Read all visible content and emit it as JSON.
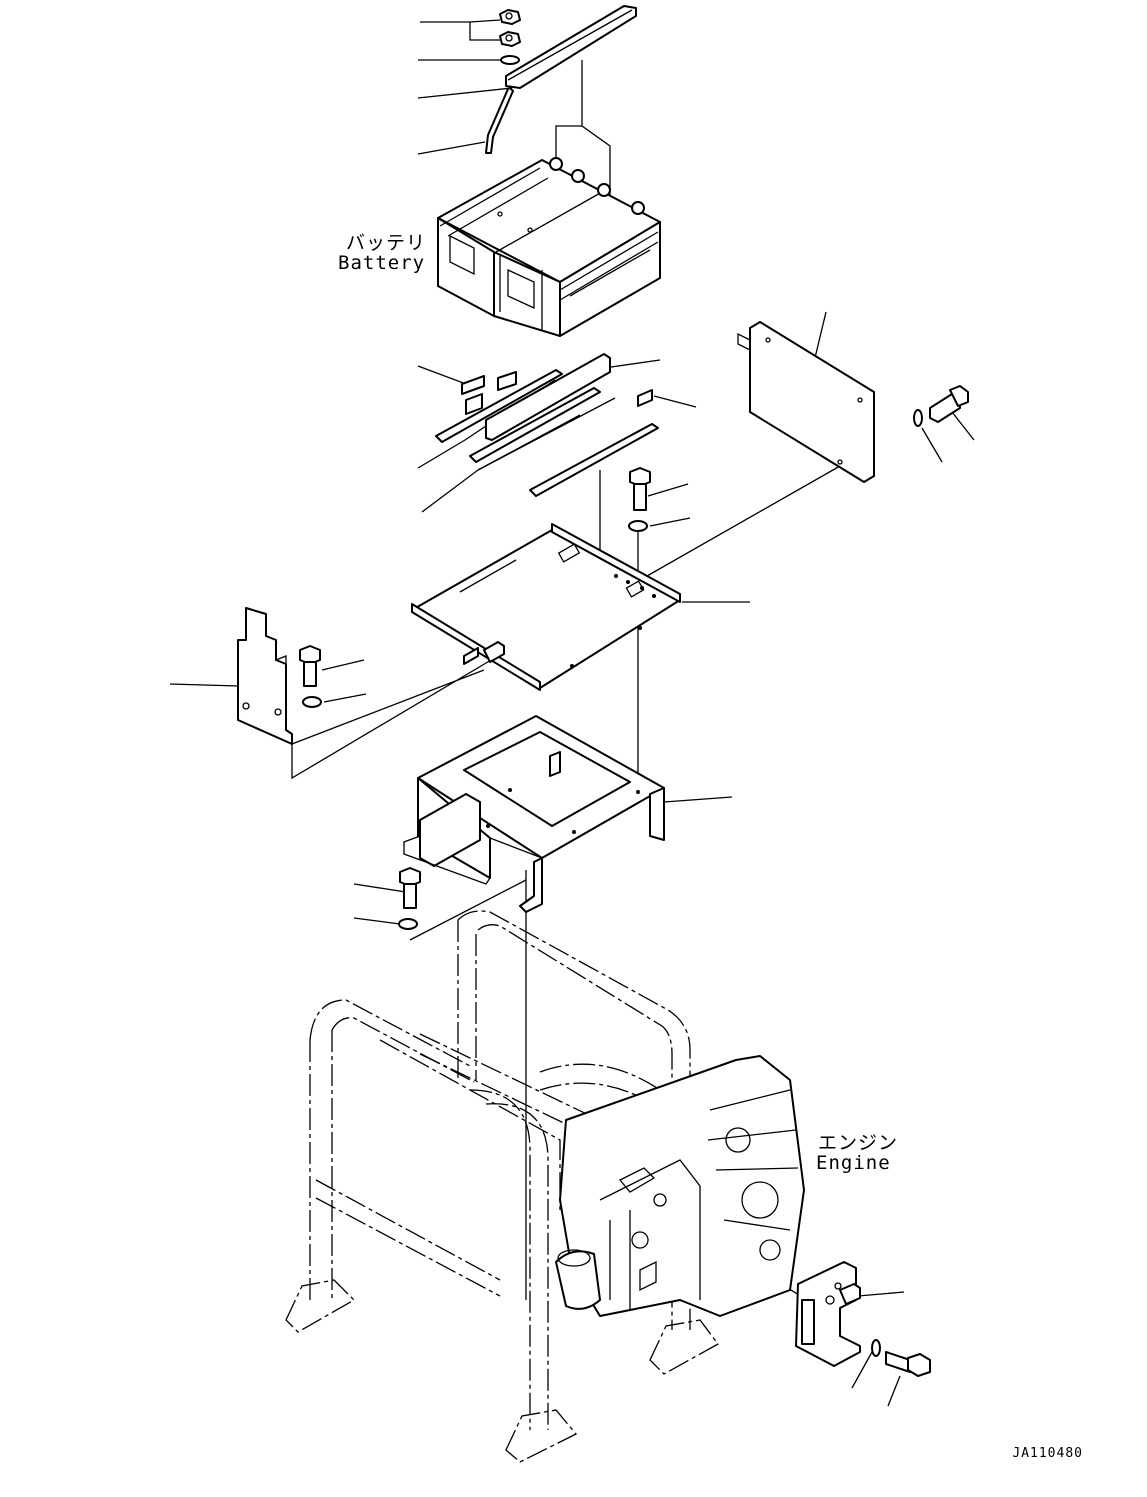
{
  "labels": {
    "battery_jp": "バッテリ",
    "battery_en": "Battery",
    "engine_jp": "エンジン",
    "engine_en": "Engine"
  },
  "figure_id": "JA110480"
}
